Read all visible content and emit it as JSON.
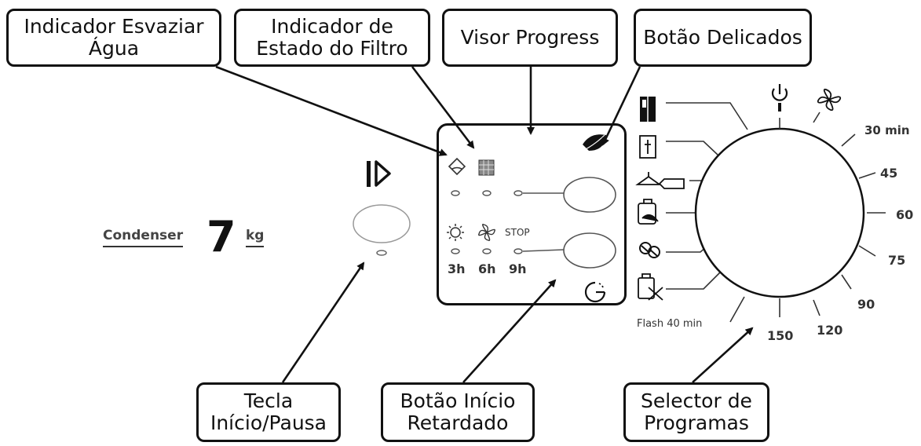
{
  "callouts": {
    "drain_indicator": {
      "line1": "Indicador Esvaziar",
      "line2": "Água"
    },
    "filter_indicator": {
      "line1": "Indicador de",
      "line2": "Estado do Filtro"
    },
    "progress_display": {
      "line1": "Visor Progress"
    },
    "delicates_button": {
      "line1": "Botão Delicados"
    },
    "start_pause_key": {
      "line1": "Tecla",
      "line2": "Início/Pausa"
    },
    "delay_start_button": {
      "line1": "Botão Início",
      "line2": "Retardado"
    },
    "program_selector": {
      "line1": "Selector de",
      "line2": "Programas"
    }
  },
  "brand": {
    "word": "Condenser",
    "capacity": "7",
    "unit": "kg"
  },
  "panel": {
    "stop_label": "STOP",
    "delay_hours": [
      "3h",
      "6h",
      "9h"
    ]
  },
  "dial": {
    "times": [
      "30 min",
      "45",
      "60",
      "75",
      "90",
      "120",
      "150",
      "Flash 40 min"
    ]
  }
}
